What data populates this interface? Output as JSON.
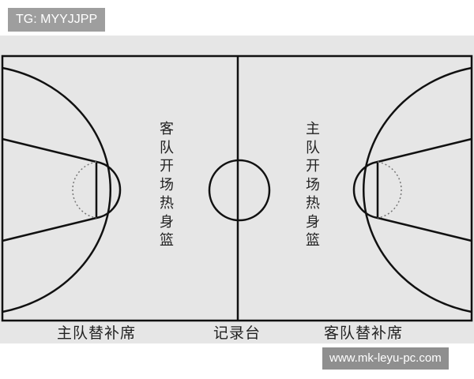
{
  "watermark_top": "TG: MYYJJPP",
  "watermark_bottom": "www.mk-leyu-pc.com",
  "court": {
    "left_label": [
      "客",
      "队",
      "开",
      "场",
      "热",
      "身",
      "篮"
    ],
    "right_label": [
      "主",
      "队",
      "开",
      "场",
      "热",
      "身",
      "篮"
    ],
    "bottom_left": "主队替补席",
    "bottom_center": "记录台",
    "bottom_right": "客队替补席"
  },
  "colors": {
    "background": "#e6e6e6",
    "lines": "#111111",
    "tag_bg": "#9e9e9e"
  }
}
